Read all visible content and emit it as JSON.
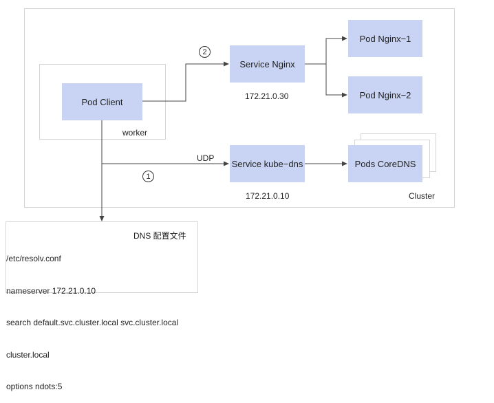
{
  "cluster": {
    "label": "Cluster"
  },
  "worker": {
    "label": "worker"
  },
  "nodes": {
    "pod_client": "Pod Client",
    "service_nginx": "Service Nginx",
    "pod_nginx_1": "Pod Nginx−1",
    "pod_nginx_2": "Pod Nginx−2",
    "service_kube_dns": "Service kube−dns",
    "pods_coredns": "Pods CoreDNS"
  },
  "ips": {
    "service_nginx": "172.21.0.30",
    "service_kube_dns": "172.21.0.10"
  },
  "edges": {
    "udp_label": "UDP",
    "step_1": "1",
    "step_2": "2"
  },
  "dns_config": {
    "title": "DNS 配置文件",
    "lines": [
      "/etc/resolv.conf",
      "nameserver 172.21.0.10",
      "search default.svc.cluster.local svc.cluster.local",
      "cluster.local",
      "options ndots:5"
    ]
  },
  "colors": {
    "node_fill": "#c9d4f4",
    "frame_border": "#d4d4d4",
    "edge": "#444444"
  }
}
